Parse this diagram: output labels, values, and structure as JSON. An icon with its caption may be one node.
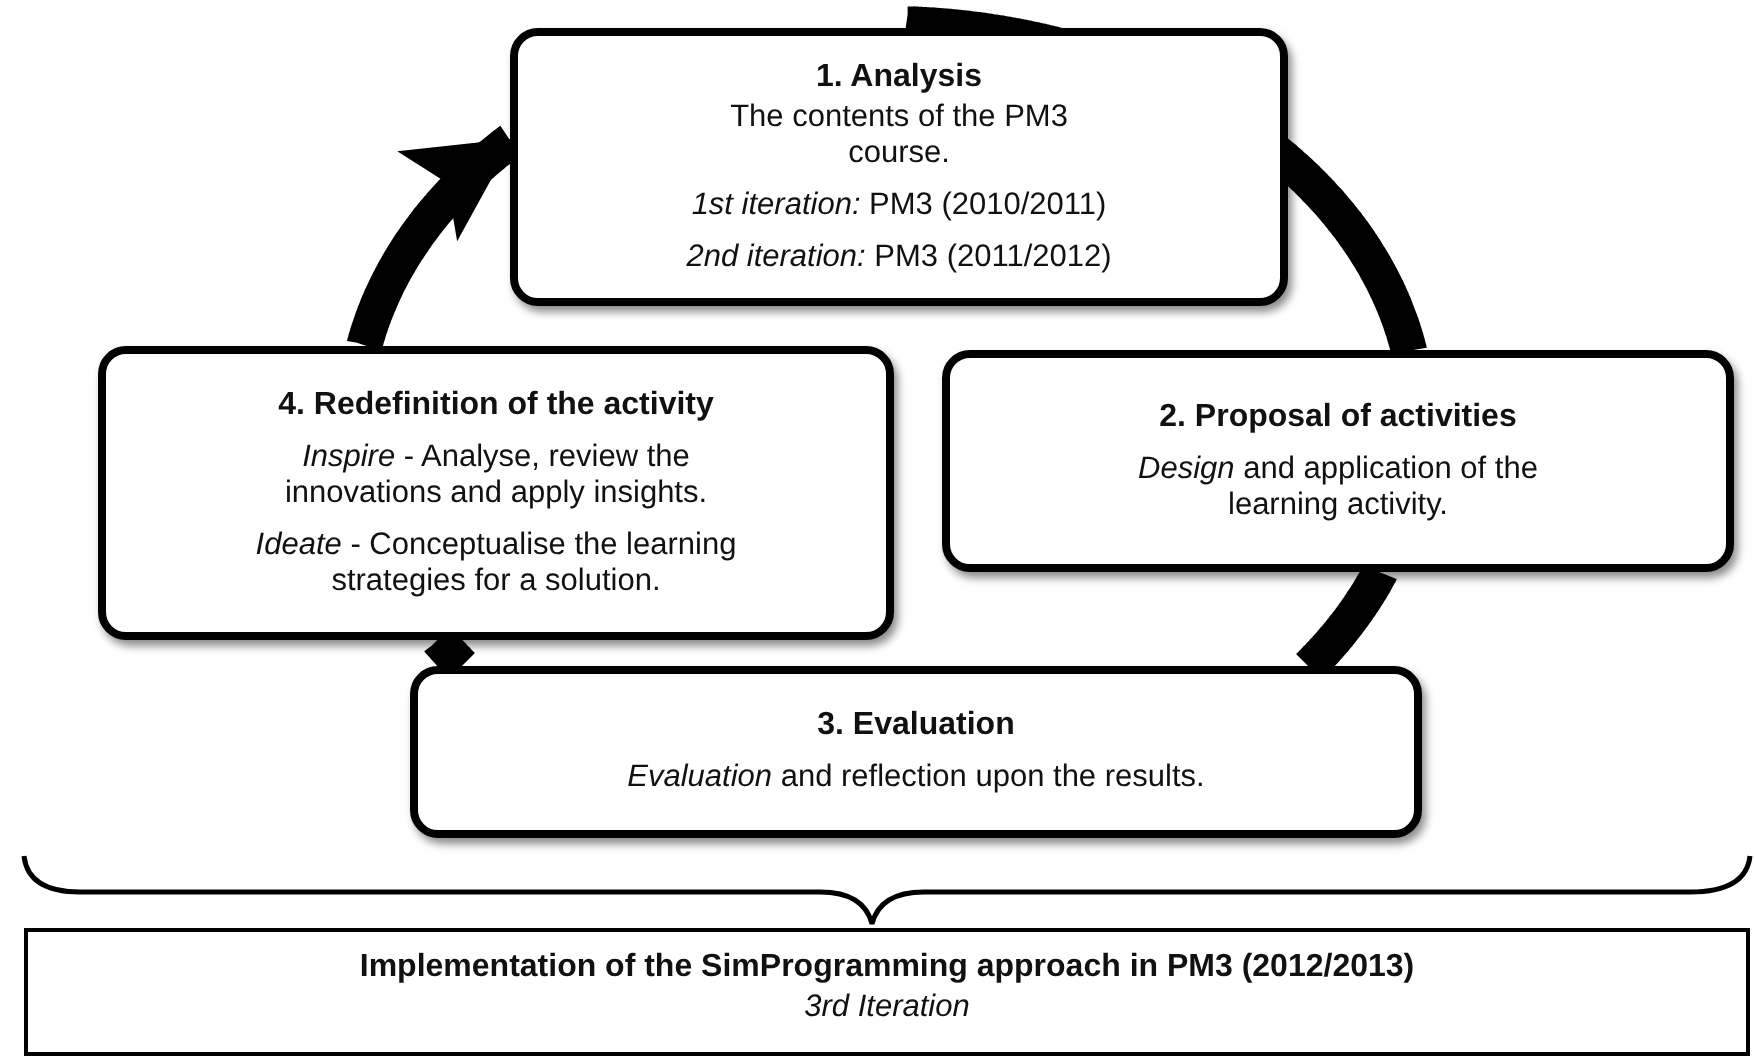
{
  "diagram": {
    "nodes": [
      {
        "text": [
          "1. Analysis",
          "The contents of the PM3 course.",
          "*1st iteration:* PM3 (2010/2011)",
          "*2nd iteration:* PM3 (2011/2012)"
        ]
      },
      {
        "text": [
          "2. Proposal of activities",
          "*Design* and application of the learning activity."
        ]
      },
      {
        "text": [
          "3. Evaluation",
          "*Evaluation* and reflection upon the results."
        ]
      },
      {
        "text": [
          "4. Redefinition of the activity",
          "*Inspire* - Analyse, review the innovations and apply insights.",
          "*Ideate* - Conceptualise the learning strategies for a solution."
        ]
      },
      {
        "text": [
          "Implementation of the SimProgramming approach in PM3 (2012/2013)",
          "3rd Iteration"
        ]
      }
    ],
    "edges": [
      {
        "from": 0,
        "to": 1,
        "arrow": "none"
      },
      {
        "from": 1,
        "to": 2,
        "arrow": "none"
      },
      {
        "from": 2,
        "to": 3,
        "arrow": "none"
      },
      {
        "from": 3,
        "to": 0,
        "arrow": "to"
      }
    ]
  }
}
